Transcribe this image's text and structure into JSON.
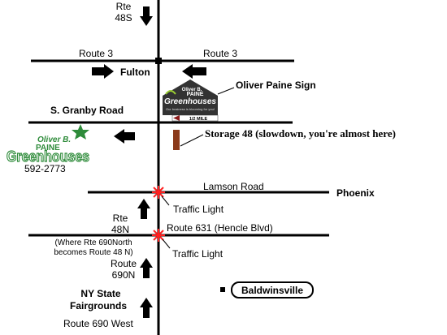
{
  "roads": {
    "rte_48s": [
      "Rte",
      "48S"
    ],
    "route3_left": "Route 3",
    "route3_right": "Route 3",
    "fulton": "Fulton",
    "s_granby": "S. Granby Road",
    "lamson": "Lamson Road",
    "phoenix": "Phoenix",
    "rte_48n": [
      "Rte",
      "48N"
    ],
    "route631": "Route 631  (Hencle Blvd)",
    "note": [
      "(Where Rte 690North",
      "becomes Route 48 N)"
    ],
    "route690n": [
      "Route",
      "690N"
    ],
    "fairgrounds": [
      "NY State",
      "Fairgrounds"
    ],
    "route690w": "Route 690 West",
    "traffic_light_1": "Traffic Light",
    "traffic_light_2": "Traffic Light"
  },
  "places": {
    "oliver_paine_sign": "Oliver Paine Sign",
    "storage": "Storage 48 (slowdown, you're almost here)",
    "baldwinsville": "Baldwinsville",
    "sign": {
      "top": "Oliver B.",
      "mid": "PAINE",
      "main": "Greenhouses",
      "tagline": "Our business is blooming for you!",
      "arrow": "1/2 MILE"
    },
    "logo": {
      "top": "Oliver B.",
      "mid": "PAINE",
      "main": "Greenhouses",
      "phone": "592-2773"
    }
  },
  "colors": {
    "logo_green": "#2e8b3a",
    "storage_brown": "#8b3a1a",
    "sign_dark": "#333333",
    "traffic_red": "#ff2020"
  }
}
